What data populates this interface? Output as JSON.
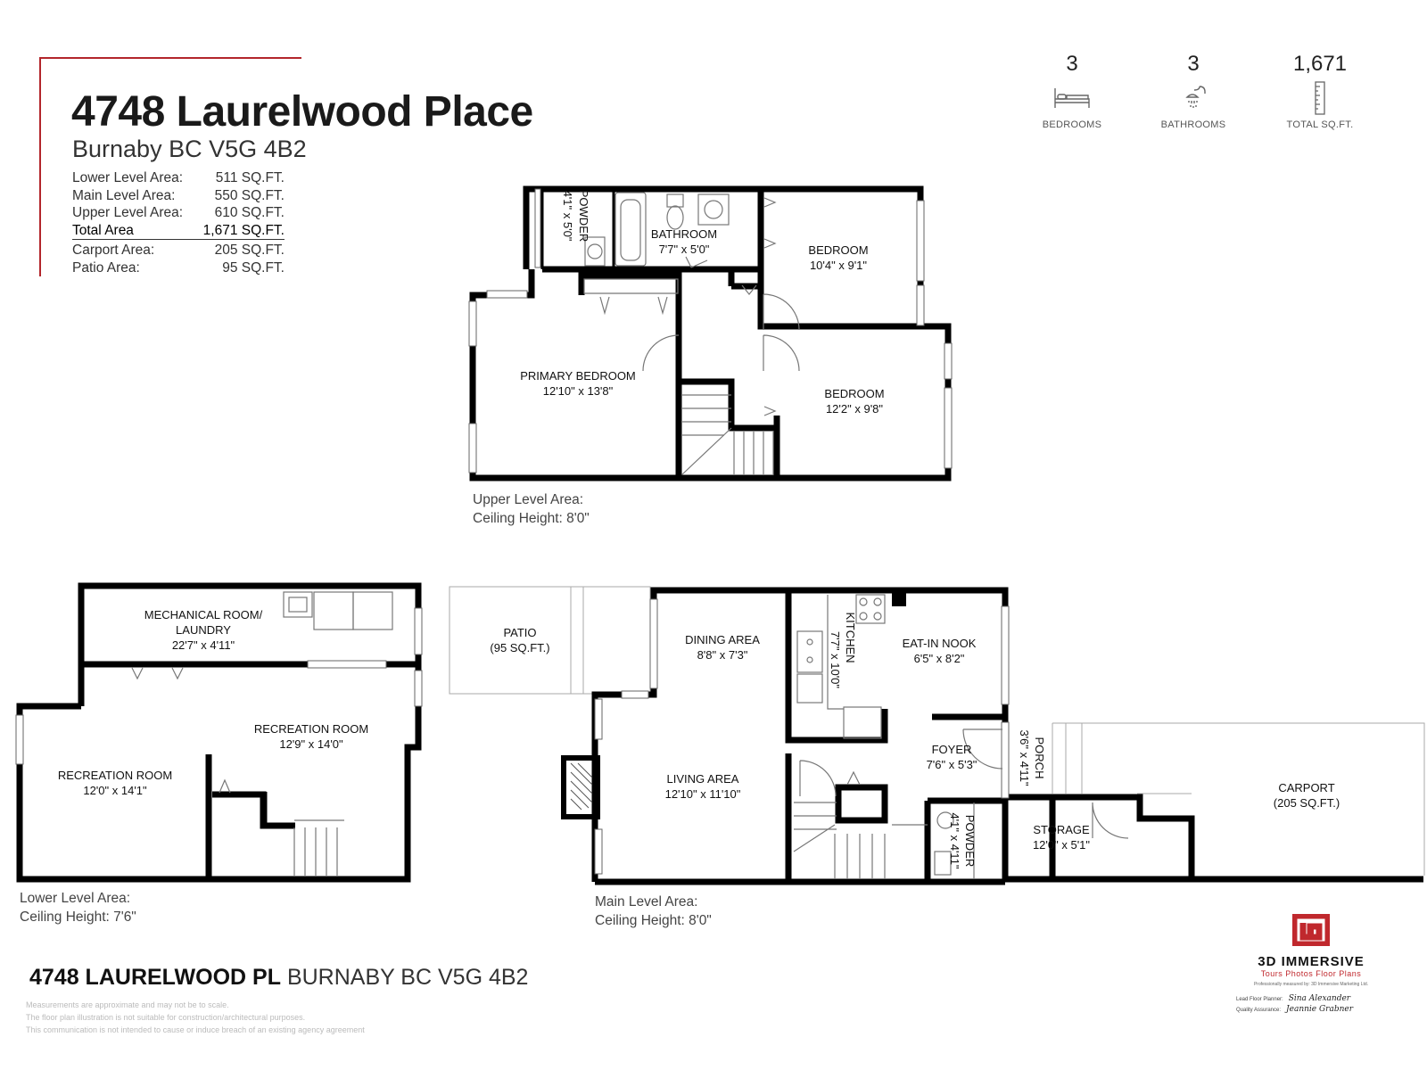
{
  "header": {
    "title": "4748 Laurelwood Place",
    "subtitle": "Burnaby BC V5G 4B2"
  },
  "areas": [
    {
      "label": "Lower Level Area:",
      "value": "511 SQ.FT."
    },
    {
      "label": "Main Level Area:",
      "value": "550 SQ.FT."
    },
    {
      "label": "Upper Level Area:",
      "value": "610 SQ.FT."
    },
    {
      "label": "Total Area",
      "value": "1,671 SQ.FT."
    },
    {
      "label": "Carport Area:",
      "value": "205 SQ.FT."
    },
    {
      "label": "Patio Area:",
      "value": "95 SQ.FT."
    }
  ],
  "stats": [
    {
      "value": "3",
      "label": "BEDROOMS",
      "icon": "bed-icon"
    },
    {
      "value": "3",
      "label": "BATHROOMS",
      "icon": "shower-icon"
    },
    {
      "value": "1,671",
      "label": "TOTAL SQ.FT.",
      "icon": "ruler-icon"
    }
  ],
  "levels": {
    "upper": {
      "line1": "Upper Level Area:",
      "line2": "Ceiling Height: 8'0\""
    },
    "lower": {
      "line1": "Lower Level Area:",
      "line2": "Ceiling Height: 7'6\""
    },
    "main": {
      "line1": "Main Level Area:",
      "line2": "Ceiling Height: 8'0\""
    }
  },
  "rooms": {
    "powder_upper": {
      "name": "POWDER",
      "dim": "4'1\" x 5'0\""
    },
    "bathroom": {
      "name": "BATHROOM",
      "dim": "7'7\" x 5'0\""
    },
    "bedroom1": {
      "name": "BEDROOM",
      "dim": "10'4\" x 9'1\""
    },
    "primary": {
      "name": "PRIMARY BEDROOM",
      "dim": "12'10\" x 13'8\""
    },
    "bedroom2": {
      "name": "BEDROOM",
      "dim": "12'2\" x 9'8\""
    },
    "mechanical": {
      "line1": "MECHANICAL ROOM/",
      "line2": "LAUNDRY",
      "dim": "22'7\" x 4'11\""
    },
    "rec1": {
      "name": "RECREATION ROOM",
      "dim": "12'9\" x 14'0\""
    },
    "rec2": {
      "name": "RECREATION ROOM",
      "dim": "12'0\" x 14'1\""
    },
    "patio": {
      "name": "PATIO",
      "dim": "(95 SQ.FT.)"
    },
    "dining": {
      "name": "DINING AREA",
      "dim": "8'8\" x 7'3\""
    },
    "kitchen": {
      "name": "KITCHEN",
      "dim": "7'7\" x 10'0\""
    },
    "nook": {
      "name": "EAT-IN NOOK",
      "dim": "6'5\" x 8'2\""
    },
    "porch": {
      "name": "PORCH",
      "dim": "3'6\" x 4'11\""
    },
    "foyer": {
      "name": "FOYER",
      "dim": "7'6\" x 5'3\""
    },
    "living": {
      "name": "LIVING AREA",
      "dim": "12'10\" x 11'10\""
    },
    "carport": {
      "name": "CARPORT",
      "dim": "(205 SQ.FT.)"
    },
    "powder_main": {
      "name": "POWDER",
      "dim": "4'1\" x 4'11\""
    },
    "storage": {
      "name": "STORAGE",
      "dim": "12'0\" x 5'1\""
    }
  },
  "footer": {
    "address_bold": "4748 LAURELWOOD PL",
    "address_rest": "BURNABY BC V5G 4B2",
    "disclaimer": [
      "Measurements are approximate and may not be to scale.",
      "The floor plan illustration is not suitable for construction/architectural purposes.",
      "This communication is not intended to cause or induce breach of an existing agency agreement"
    ]
  },
  "brand": {
    "name": "3D IMMERSIVE",
    "tagline": "Tours  Photos  Floor Plans",
    "small": "Professionally measured by: 3D Immersive Marketing Ltd.",
    "planner_label": "Lead Floor Planner:",
    "planner_sig": "Sina Alexander",
    "qa_label": "Quality Assurance:",
    "qa_sig": "Jeannie Grabner",
    "accent": "#c0282d"
  }
}
